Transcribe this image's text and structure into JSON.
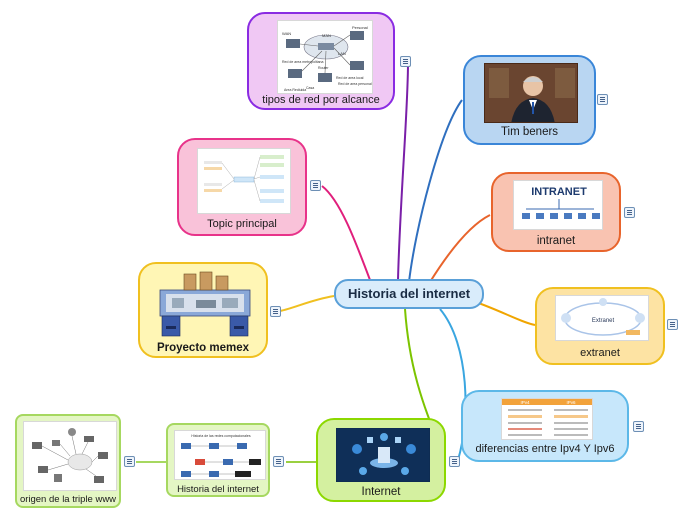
{
  "central": {
    "label": "Historia del internet"
  },
  "nodes": {
    "tipos_red": {
      "label": "tipos de red por alcance",
      "image_text": [
        "WAN",
        "MAN",
        "LAN",
        "Personal",
        "Red de area metropolitana",
        "Red de area local",
        "Red de area personal",
        "Casa",
        "Router",
        "Area Rediuida"
      ]
    },
    "tim": {
      "label": "Tim beners"
    },
    "intranet": {
      "label": "intranet",
      "image_text": "INTRANET"
    },
    "topic": {
      "label": "Topic principal"
    },
    "extranet": {
      "label": "extranet",
      "image_text": "Extranet"
    },
    "memex": {
      "label": "Proyecto memex"
    },
    "ipv": {
      "label": "diferencias entre Ipv4 Y Ipv6",
      "image_text": [
        "IPv4",
        "IPv6"
      ]
    },
    "internet": {
      "label": "Internet"
    },
    "historia": {
      "label": "Historia del internet",
      "image_text": "Historia de las redes computacionales"
    },
    "origen": {
      "label": "origen de la triple www"
    }
  },
  "colors": {
    "purple": "#8a2be2",
    "blue": "#3a86d8",
    "orange": "#e8642c",
    "pink": "#e8338a",
    "gold": "#f0c020",
    "lightblue": "#5cb8e8",
    "green": "#8cd800",
    "lime": "#a6d860"
  }
}
